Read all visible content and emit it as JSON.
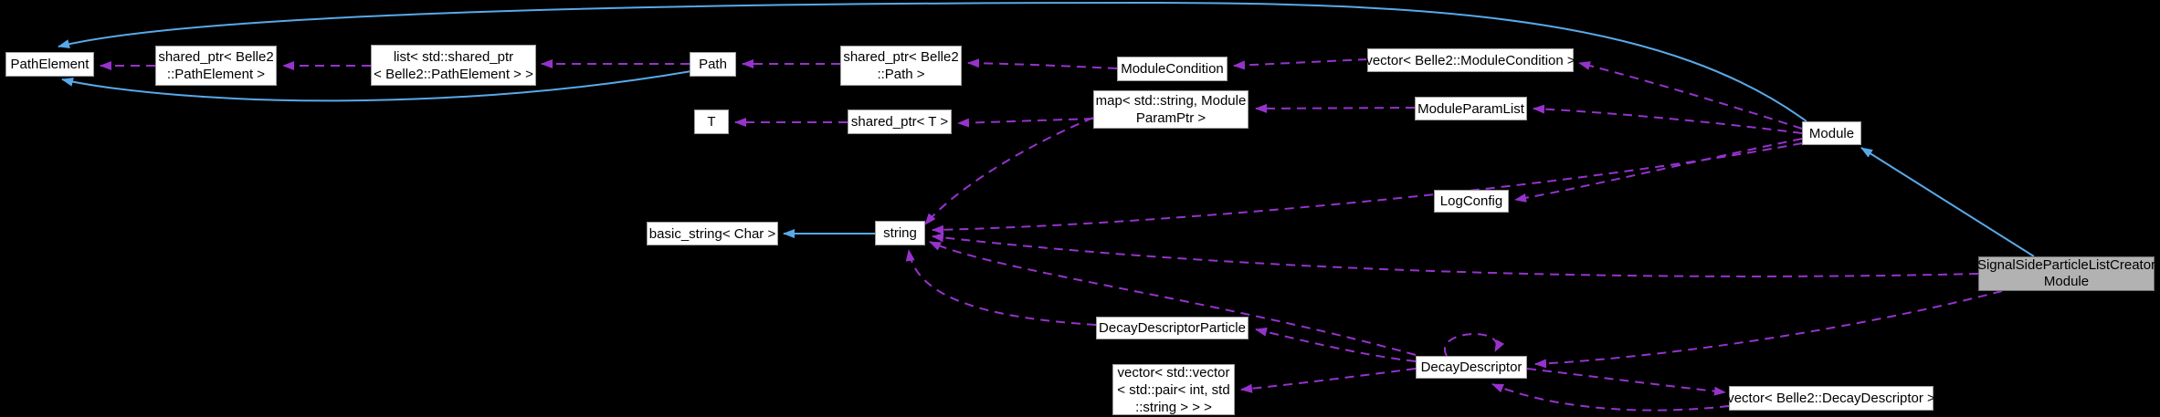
{
  "diagram": {
    "type": "doxygen-collaboration-graph",
    "colors": {
      "background": "#000000",
      "node_fill": "#ffffff",
      "node_border": "#9e9e9e",
      "node_text": "#000000",
      "highlight_fill": "#b2b2b2",
      "highlight_border": "#6f6f6f",
      "inheritance_color": "#58a9ea",
      "usage_color": "#9633cc"
    },
    "nodes": {
      "path_element": {
        "lines": [
          "PathElement"
        ]
      },
      "shared_ptr_path_element": {
        "lines": [
          "shared_ptr< Belle2",
          "::PathElement >"
        ]
      },
      "list_shared_ptr_path_element": {
        "lines": [
          "list< std::shared_ptr",
          "< Belle2::PathElement > >"
        ]
      },
      "path": {
        "lines": [
          "Path"
        ]
      },
      "shared_ptr_path": {
        "lines": [
          "shared_ptr< Belle2",
          "::Path >"
        ]
      },
      "module_condition": {
        "lines": [
          "ModuleCondition"
        ]
      },
      "vector_module_condition": {
        "lines": [
          "vector< Belle2::ModuleCondition >"
        ]
      },
      "t": {
        "lines": [
          "T"
        ]
      },
      "shared_ptr_t": {
        "lines": [
          "shared_ptr< T >"
        ]
      },
      "map_module_param": {
        "lines": [
          "map< std::string, Module",
          "ParamPtr >"
        ]
      },
      "module_param_list": {
        "lines": [
          "ModuleParamList"
        ]
      },
      "module": {
        "lines": [
          "Module"
        ]
      },
      "log_config": {
        "lines": [
          "LogConfig"
        ]
      },
      "basic_string_char": {
        "lines": [
          "basic_string< Char >"
        ]
      },
      "string": {
        "lines": [
          "string"
        ]
      },
      "decay_descriptor_particle": {
        "lines": [
          "DecayDescriptorParticle"
        ]
      },
      "vector_pair_int_string": {
        "lines": [
          "vector< std::vector",
          "< std::pair< int, std",
          "::string > > >"
        ]
      },
      "decay_descriptor": {
        "lines": [
          "DecayDescriptor"
        ]
      },
      "vector_decay_descriptor": {
        "lines": [
          "vector< Belle2::DecayDescriptor >"
        ]
      },
      "signal_side_module": {
        "lines": [
          "SignalSideParticleListCreator",
          "Module"
        ]
      }
    },
    "edges": [
      {
        "from": "string",
        "to": "basic_string_char",
        "type": "inheritance"
      },
      {
        "from": "signal_side_module",
        "to": "module",
        "type": "inheritance"
      },
      {
        "from": "module",
        "to": "path_element",
        "type": "inheritance"
      },
      {
        "from": "path",
        "to": "path_element",
        "type": "inheritance"
      },
      {
        "from": "shared_ptr_path_element",
        "to": "path_element",
        "type": "usage"
      },
      {
        "from": "list_shared_ptr_path_element",
        "to": "shared_ptr_path_element",
        "type": "usage"
      },
      {
        "from": "path",
        "to": "list_shared_ptr_path_element",
        "type": "usage"
      },
      {
        "from": "shared_ptr_path",
        "to": "path",
        "type": "usage"
      },
      {
        "from": "module_condition",
        "to": "shared_ptr_path",
        "type": "usage"
      },
      {
        "from": "vector_module_condition",
        "to": "module_condition",
        "type": "usage"
      },
      {
        "from": "module",
        "to": "vector_module_condition",
        "type": "usage"
      },
      {
        "from": "shared_ptr_t",
        "to": "t",
        "type": "usage"
      },
      {
        "from": "map_module_param",
        "to": "shared_ptr_t",
        "type": "usage"
      },
      {
        "from": "module_param_list",
        "to": "map_module_param",
        "type": "usage"
      },
      {
        "from": "module",
        "to": "module_param_list",
        "type": "usage"
      },
      {
        "from": "module",
        "to": "log_config",
        "type": "usage"
      },
      {
        "from": "module",
        "to": "string",
        "type": "usage"
      },
      {
        "from": "map_module_param",
        "to": "string",
        "type": "usage"
      },
      {
        "from": "signal_side_module",
        "to": "string",
        "type": "usage"
      },
      {
        "from": "decay_descriptor_particle",
        "to": "string",
        "type": "usage"
      },
      {
        "from": "decay_descriptor",
        "to": "string",
        "type": "usage"
      },
      {
        "from": "decay_descriptor",
        "to": "decay_descriptor_particle",
        "type": "usage"
      },
      {
        "from": "decay_descriptor",
        "to": "vector_pair_int_string",
        "type": "usage"
      },
      {
        "from": "decay_descriptor",
        "to": "decay_descriptor",
        "type": "usage"
      },
      {
        "from": "decay_descriptor",
        "to": "vector_decay_descriptor",
        "type": "usage"
      },
      {
        "from": "vector_decay_descriptor",
        "to": "decay_descriptor",
        "type": "usage"
      },
      {
        "from": "signal_side_module",
        "to": "decay_descriptor",
        "type": "usage"
      }
    ]
  }
}
